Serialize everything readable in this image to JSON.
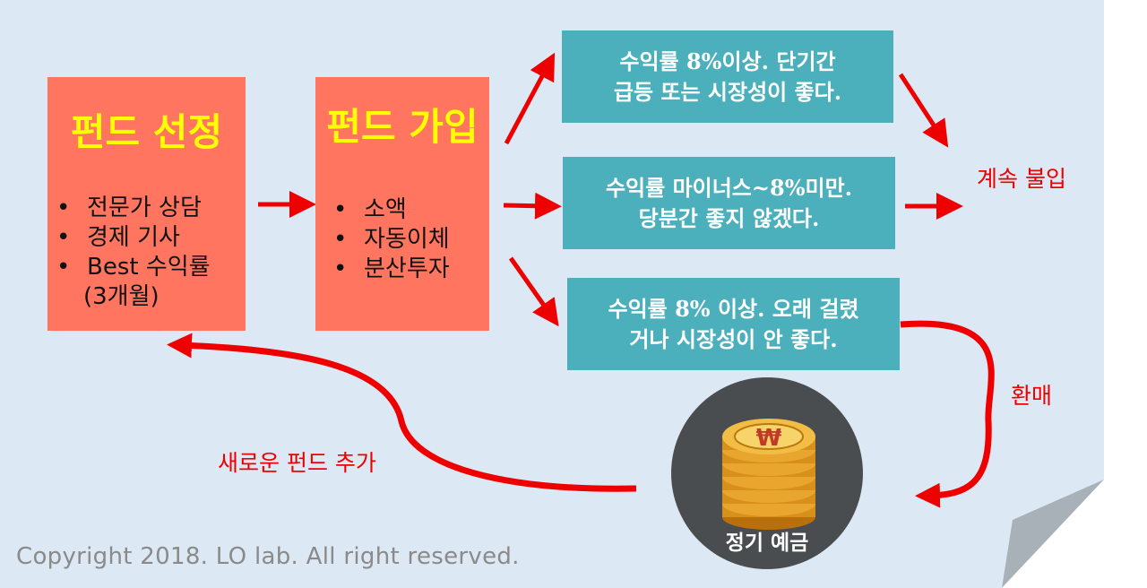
{
  "boxes": {
    "fund_select": {
      "title": "펀드 선정",
      "items": [
        "전문가 상담",
        "경제 기사",
        "Best 수익률"
      ],
      "continuation": "(3개월)"
    },
    "fund_join": {
      "title": "펀드 가입",
      "items": [
        "소액",
        "자동이체",
        "분산투자"
      ]
    }
  },
  "outcomes": [
    {
      "line1": "수익률 8%이상. 단기간",
      "line2": "급등 또는 시장성이 좋다."
    },
    {
      "line1": "수익률 마이너스~8%미만.",
      "line2": "당분간 좋지 않겠다."
    },
    {
      "line1": "수익률 8% 이상. 오래 걸렸",
      "line2": "거나 시장성이 안 좋다."
    }
  ],
  "labels": {
    "continue": "계속 불입",
    "redeem": "환매",
    "new_fund": "새로운 펀드 추가",
    "deposit": "정기 예금",
    "won_symbol": "₩"
  },
  "copyright": "Copyright 2018. LO lab. All right reserved.",
  "colors": {
    "background": "#dce8f4",
    "orange_box": "#ff7560",
    "teal_box": "#4bb0bb",
    "title_yellow": "#ffff00",
    "arrow_red": "#ee0000",
    "coin_gold": "#e8a628",
    "coin_circle": "#4a4d50"
  }
}
